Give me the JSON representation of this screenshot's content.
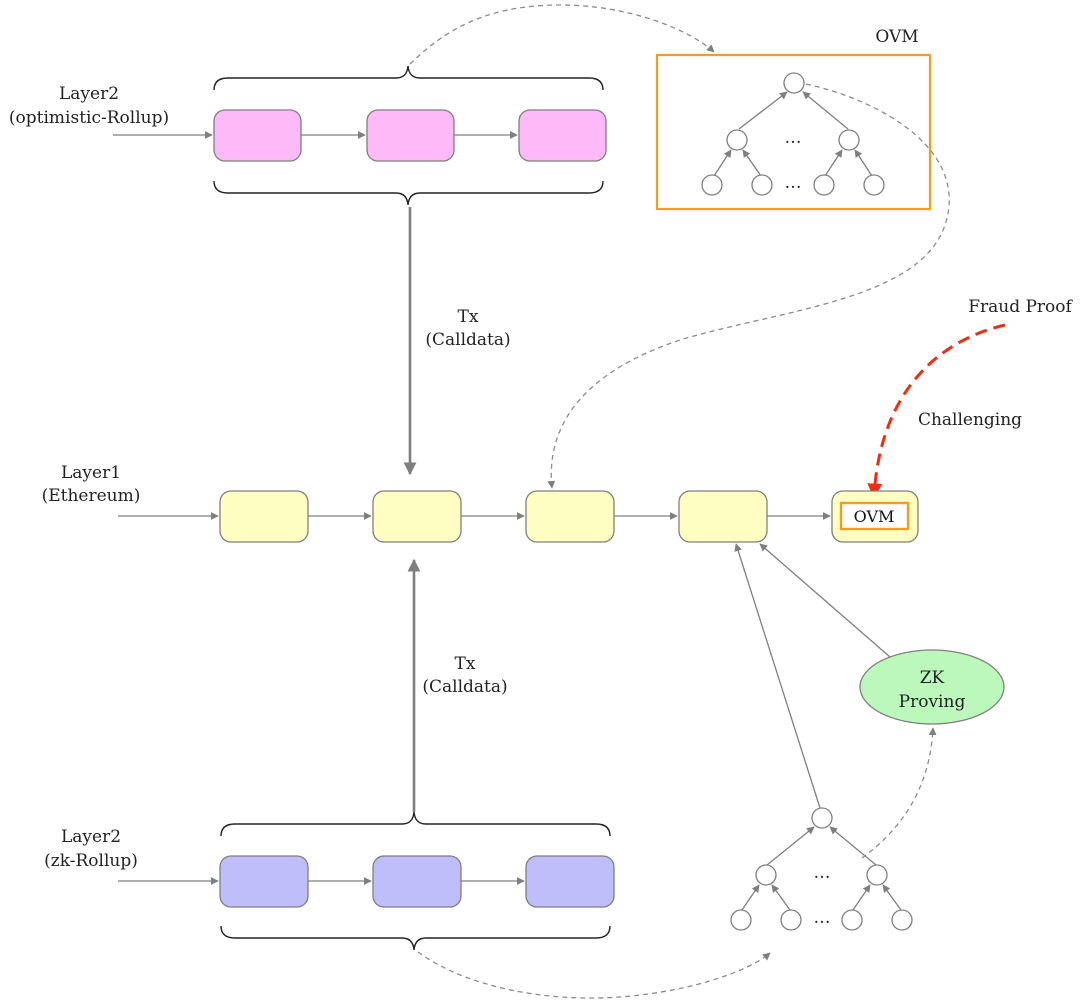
{
  "layers": {
    "optimistic": {
      "name": "Layer2",
      "detail": "(optimistic-Rollup)"
    },
    "l1": {
      "name": "Layer1",
      "detail": "(Ethereum)"
    },
    "zk": {
      "name": "Layer2",
      "detail": "(zk-Rollup)"
    }
  },
  "links": {
    "tx_top": {
      "line1": "Tx",
      "line2": "(Calldata)"
    },
    "tx_bottom": {
      "line1": "Tx",
      "line2": "(Calldata)"
    }
  },
  "ovm_panel": {
    "title": "OVM",
    "ellipsis_mid": "…",
    "ellipsis_leaves": "…"
  },
  "fraud": {
    "label": "Fraud Proof",
    "action": "Challenging"
  },
  "ovm_block": {
    "label": "OVM"
  },
  "zk_proving": {
    "line1": "ZK",
    "line2": "Proving"
  },
  "zk_tree": {
    "ellipsis_mid": "…",
    "ellipsis_leaves": "…"
  },
  "colors": {
    "optimistic_block": "#fdb9f8",
    "l1_block": "#fefec2",
    "zk_block": "#bfbdfa",
    "ovm_border": "#f39c1f",
    "zk_ellipse": "#bcf8bc",
    "fraud_arrow": "#f22c12",
    "arrow_gray": "#7f7f7f"
  }
}
